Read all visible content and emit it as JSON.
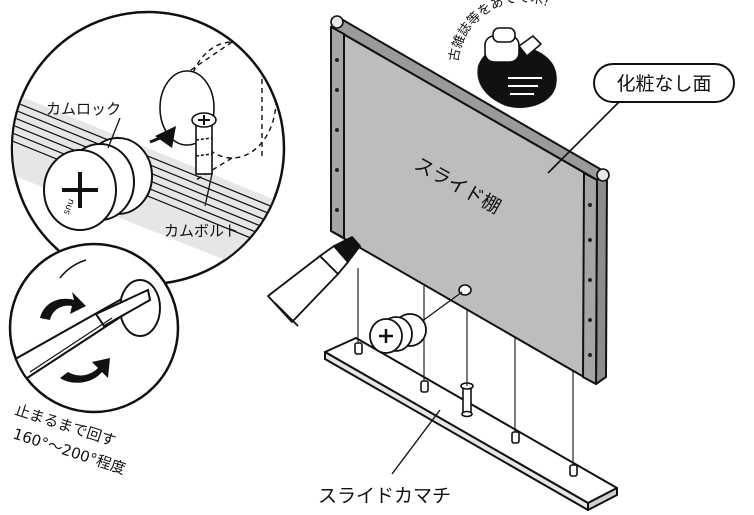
{
  "labels": {
    "cam_lock": "カムロック",
    "cam_bolt": "カムボルト",
    "slide_shelf": "スライド棚",
    "no_finish_face": "化粧なし面",
    "slide_rail": "スライドカマチ",
    "old_magazine": "古雑誌等をあてて木!",
    "turn_until_stop": "止まるまで回す",
    "turn_angle": "160°〜200°程度"
  },
  "colors": {
    "panel_fill": "#bdbdbd",
    "line": "#111111",
    "background": "#ffffff"
  }
}
